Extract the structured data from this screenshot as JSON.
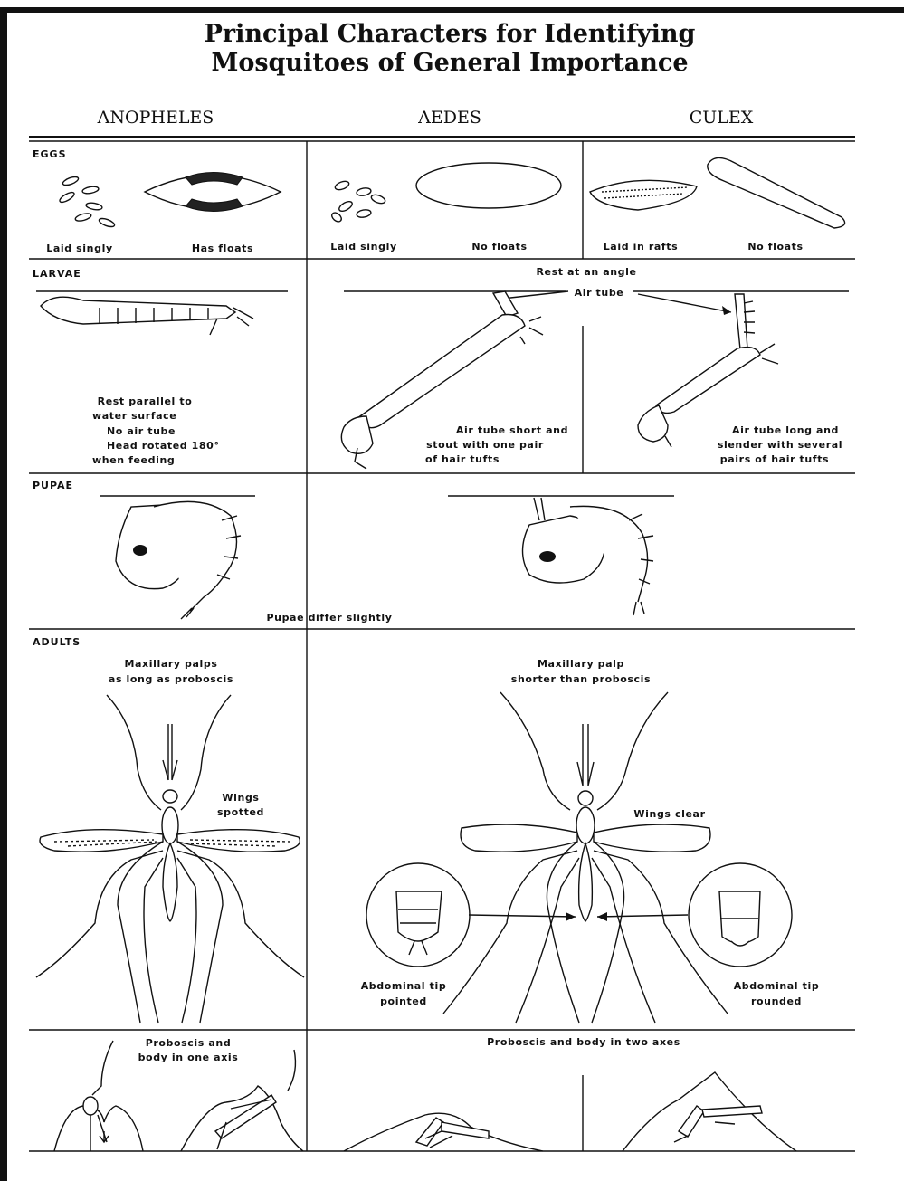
{
  "title": {
    "line1": "Principal Characters for Identifying",
    "line2": "Mosquitoes of General Importance"
  },
  "columns": [
    "ANOPHELES",
    "AEDES",
    "CULEX"
  ],
  "sections": {
    "eggs": {
      "label": "EGGS",
      "anopheles": {
        "left": "Laid singly",
        "right": "Has floats"
      },
      "aedes": {
        "left": "Laid singly",
        "right": "No floats"
      },
      "culex": {
        "left": "Laid in rafts",
        "right": "No floats"
      }
    },
    "larvae": {
      "label": "LARVAE",
      "angle_note": "Rest at an angle",
      "air_tube": "Air tube",
      "anopheles_notes": [
        "Rest parallel to",
        "water surface",
        "No air tube",
        "Head rotated 180°",
        "when feeding"
      ],
      "aedes_notes": [
        "Air tube short and",
        "stout with one pair",
        "of hair tufts"
      ],
      "culex_notes": [
        "Air tube long and",
        "slender with several",
        "pairs of hair tufts"
      ]
    },
    "pupae": {
      "label": "PUPAE",
      "note": "Pupae differ slightly"
    },
    "adults": {
      "label": "ADULTS",
      "anopheles_palps": [
        "Maxillary palps",
        "as long as proboscis"
      ],
      "anopheles_wings": [
        "Wings",
        "spotted"
      ],
      "culicine_palps": [
        "Maxillary palp",
        "shorter than proboscis"
      ],
      "culicine_wings": "Wings clear",
      "aedes_tip": [
        "Abdominal tip",
        "pointed"
      ],
      "culex_tip": [
        "Abdominal tip",
        "rounded"
      ]
    },
    "resting": {
      "anopheles_note": [
        "Proboscis and",
        "body in one axis"
      ],
      "culicine_note": "Proboscis and body in two axes"
    }
  }
}
